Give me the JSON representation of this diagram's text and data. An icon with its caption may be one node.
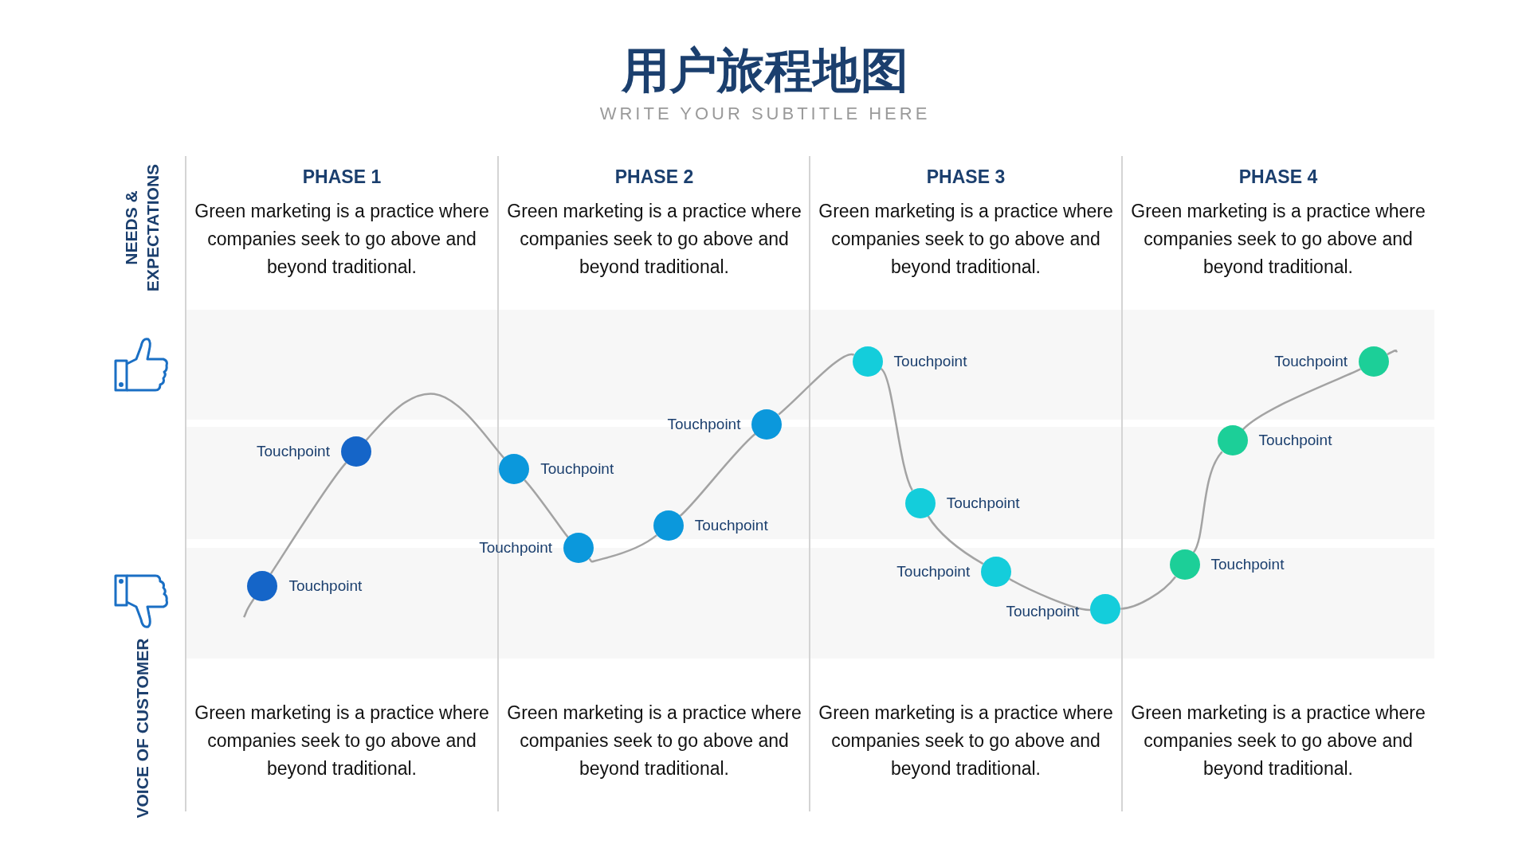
{
  "diagram": {
    "title": "用户旅程地图",
    "nodes": [
      {
        "text": [],
        "shape": "circle",
        "beside": [
          "Touchpoint"
        ]
      },
      {
        "text": [],
        "shape": "circle",
        "beside": [
          "Touchpoint"
        ]
      },
      {
        "text": [],
        "shape": "circle",
        "beside": [
          "Touchpoint"
        ]
      },
      {
        "text": [],
        "shape": "circle",
        "beside": [
          "Touchpoint"
        ]
      },
      {
        "text": [],
        "shape": "circle",
        "beside": [
          "Touchpoint"
        ]
      },
      {
        "text": [],
        "shape": "circle",
        "beside": [
          "Touchpoint"
        ]
      },
      {
        "text": [],
        "shape": "circle",
        "beside": [
          "Touchpoint"
        ]
      },
      {
        "text": [],
        "shape": "circle",
        "beside": [
          "Touchpoint"
        ]
      },
      {
        "text": [],
        "shape": "circle",
        "beside": [
          "Touchpoint"
        ]
      },
      {
        "text": [],
        "shape": "circle",
        "beside": [
          "Touchpoint"
        ]
      },
      {
        "text": [],
        "shape": "circle",
        "beside": [
          "Touchpoint"
        ]
      },
      {
        "text": [],
        "shape": "circle",
        "beside": [
          "Touchpoint"
        ]
      },
      {
        "text": [],
        "shape": "circle",
        "beside": [
          "Touchpoint"
        ]
      }
    ],
    "edges": [
      {
        "from": null,
        "to": 0,
        "arrow": "none"
      },
      {
        "from": 0,
        "to": 1,
        "arrow": "none"
      },
      {
        "from": 1,
        "to": 2,
        "arrow": "none"
      },
      {
        "from": 2,
        "to": 3,
        "arrow": "none"
      },
      {
        "from": 3,
        "to": 4,
        "arrow": "none"
      },
      {
        "from": 4,
        "to": 5,
        "arrow": "none"
      },
      {
        "from": 5,
        "to": 6,
        "arrow": "none"
      },
      {
        "from": 6,
        "to": 7,
        "arrow": "none"
      },
      {
        "from": 7,
        "to": 8,
        "arrow": "none"
      },
      {
        "from": 8,
        "to": 9,
        "arrow": "none"
      },
      {
        "from": 9,
        "to": 10,
        "arrow": "none"
      },
      {
        "from": 10,
        "to": 11,
        "arrow": "none"
      },
      {
        "from": 11,
        "to": 12,
        "arrow": "none"
      },
      {
        "from": 12,
        "to": null,
        "arrow": "none"
      }
    ],
    "labels": [
      "WRITE YOUR SUBTITLE HERE",
      "NEEDS & EXPECTATIONS",
      "PHASE 1",
      "Green marketing is a practice where companies seek to go above and beyond traditional.",
      "PHASE 2",
      "Green marketing is a practice where companies seek to go above and beyond traditional.",
      "PHASE 3",
      "Green marketing is a practice where companies seek to go above and beyond traditional.",
      "PHASE 4",
      "Green marketing is a practice where companies seek to go above and beyond traditional.",
      "VOICE OF CUSTOMER",
      "Green marketing is a practice where companies seek to go above and beyond traditional.",
      "Green marketing is a practice where companies seek to go above and beyond traditional.",
      "Green marketing is a practice where companies seek to go above and beyond traditional.",
      "Green marketing is a practice where companies seek to go above and beyond traditional."
    ]
  }
}
